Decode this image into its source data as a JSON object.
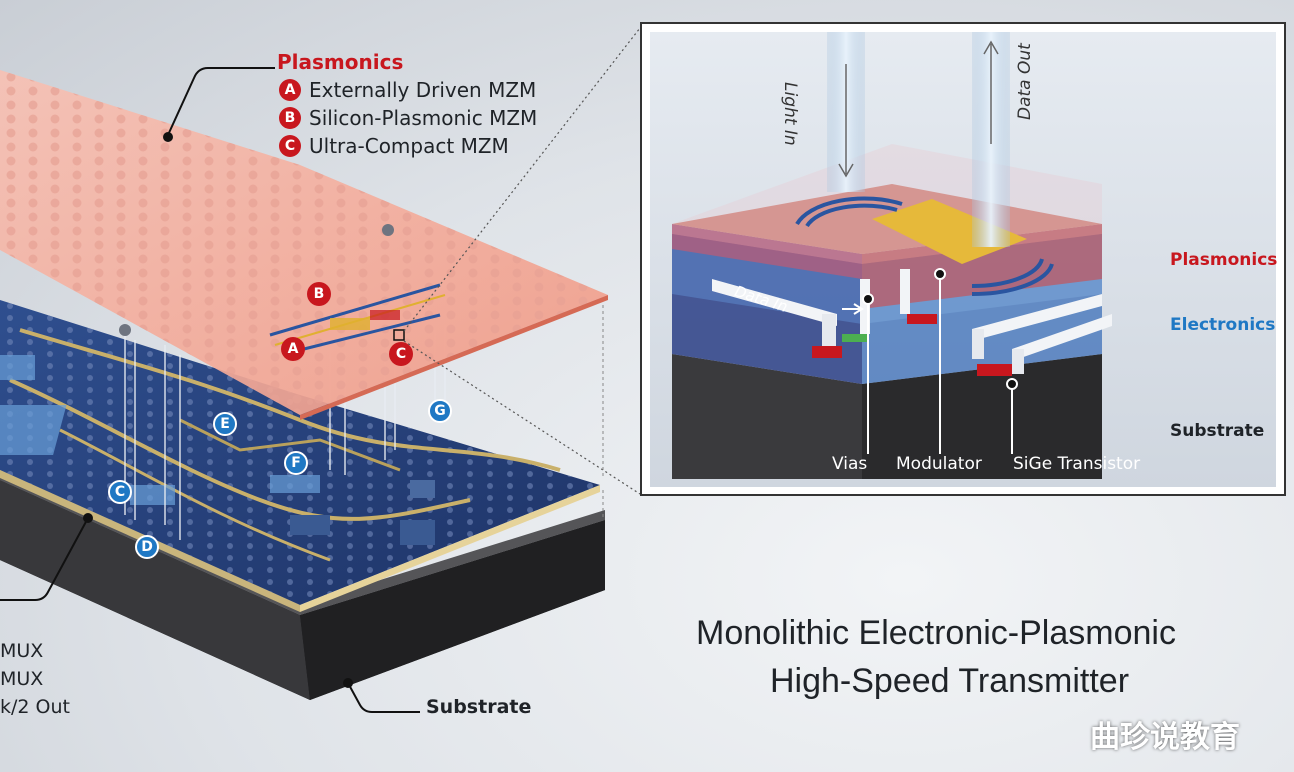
{
  "plasmonics_header": "Plasmonics",
  "mzm_items": [
    {
      "badge": "A",
      "label": "Externally Driven MZM"
    },
    {
      "badge": "B",
      "label": "Silicon-Plasmonic MZM"
    },
    {
      "badge": "C",
      "label": "Ultra-Compact MZM"
    }
  ],
  "chip_badges": {
    "red": [
      "B",
      "A",
      "C"
    ],
    "blue": [
      "E",
      "G",
      "F",
      "C",
      "D"
    ]
  },
  "left_partial_labels": [
    "MUX",
    "MUX",
    "k/2 Out"
  ],
  "substrate_label": "Substrate",
  "inset": {
    "light_in": "Light In",
    "data_out": "Data Out",
    "data_in": "Data In",
    "layers": [
      {
        "label": "Plasmonics",
        "color": "#c8171e"
      },
      {
        "label": "Electronics",
        "color": "#1f78c4"
      },
      {
        "label": "Substrate",
        "color": "#1f2328"
      }
    ],
    "bottom_labels": [
      "Vias",
      "Modulator",
      "SiGe Transistor"
    ]
  },
  "title_lines": [
    "Monolithic Electronic-Plasmonic",
    "High-Speed Transmitter"
  ],
  "watermark": "曲珍说教育",
  "colors": {
    "plasmonic_layer": "#f2a99a",
    "electronic_layer": "#27407a",
    "substrate": "#2c2c2e",
    "accent_red": "#c8171e",
    "accent_blue": "#1f78c4"
  }
}
